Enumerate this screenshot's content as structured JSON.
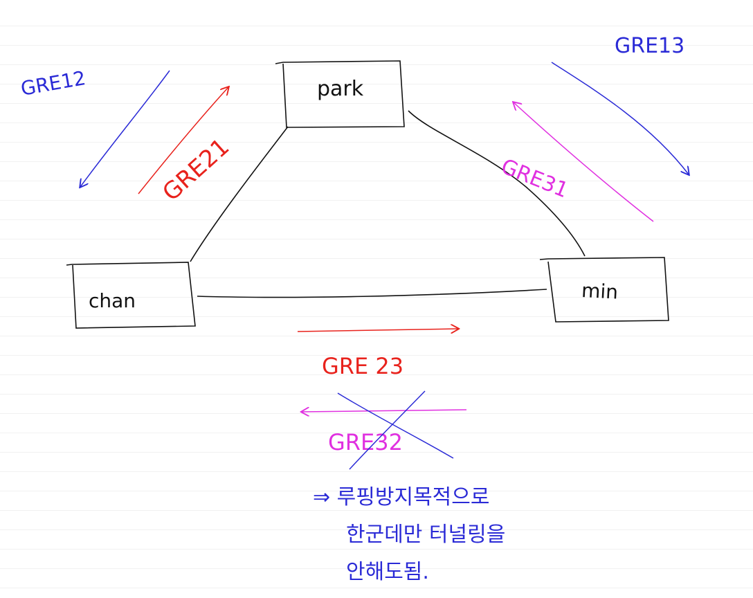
{
  "nodes": {
    "park": "park",
    "chan": "chan",
    "min": "min"
  },
  "tunnels": {
    "gre12": {
      "label": "GRE12",
      "color": "#2a2ad6"
    },
    "gre13": {
      "label": "GRE13",
      "color": "#2a2ad6"
    },
    "gre21": {
      "label": "GRE21",
      "color": "#e8221c"
    },
    "gre31": {
      "label": "GRE31",
      "color": "#e030e0"
    },
    "gre23": {
      "label": "GRE 23",
      "color": "#e8221c"
    },
    "gre32": {
      "label": "GRE32",
      "color": "#e030e0",
      "crossed_out": true
    }
  },
  "note": {
    "line1": "⇒ 루핑방지목적으로",
    "line2": "한군데만 터널링을",
    "line3": "안해도됨.",
    "color": "#2a2ad6"
  }
}
